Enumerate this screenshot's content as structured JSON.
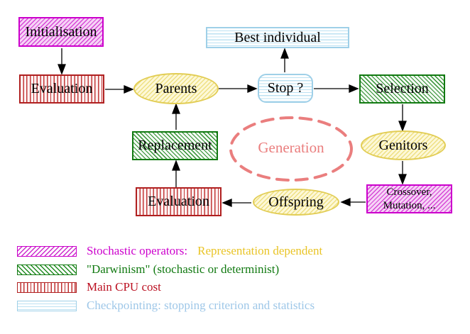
{
  "diagram": {
    "nodes": {
      "initialisation": "Initialisation",
      "evaluation_top": "Evaluation",
      "parents": "Parents",
      "best_individual": "Best individual",
      "stop": "Stop ?",
      "selection": "Selection",
      "replacement": "Replacement",
      "generation": "Generation",
      "genitors": "Genitors",
      "crossover_line1": "Crossover,",
      "crossover_line2": "Mutation, ...",
      "evaluation_bottom": "Evaluation",
      "offspring": "Offspring"
    }
  },
  "legend": {
    "items": [
      {
        "swatch": "magenta-diagonal-hatch",
        "label": "Stochastic operators:",
        "label2": "Representation dependent"
      },
      {
        "swatch": "green-diagonal-hatch",
        "label": "\"Darwinism\" (stochastic or determinist)"
      },
      {
        "swatch": "red-vertical-stripes",
        "label": "Main CPU cost"
      },
      {
        "swatch": "cyan-horizontal-stripes",
        "label": "Checkpointing: stopping criterion and statistics"
      }
    ]
  },
  "colors": {
    "magenta": "#cc00cc",
    "gold": "#e9c426",
    "green": "#127a12",
    "dark_red": "#bb1122",
    "light_blue": "#9ec7e8",
    "yellow_border": "#e2cd55",
    "salmon": "#ea7e7e",
    "arrow": "#000000"
  }
}
